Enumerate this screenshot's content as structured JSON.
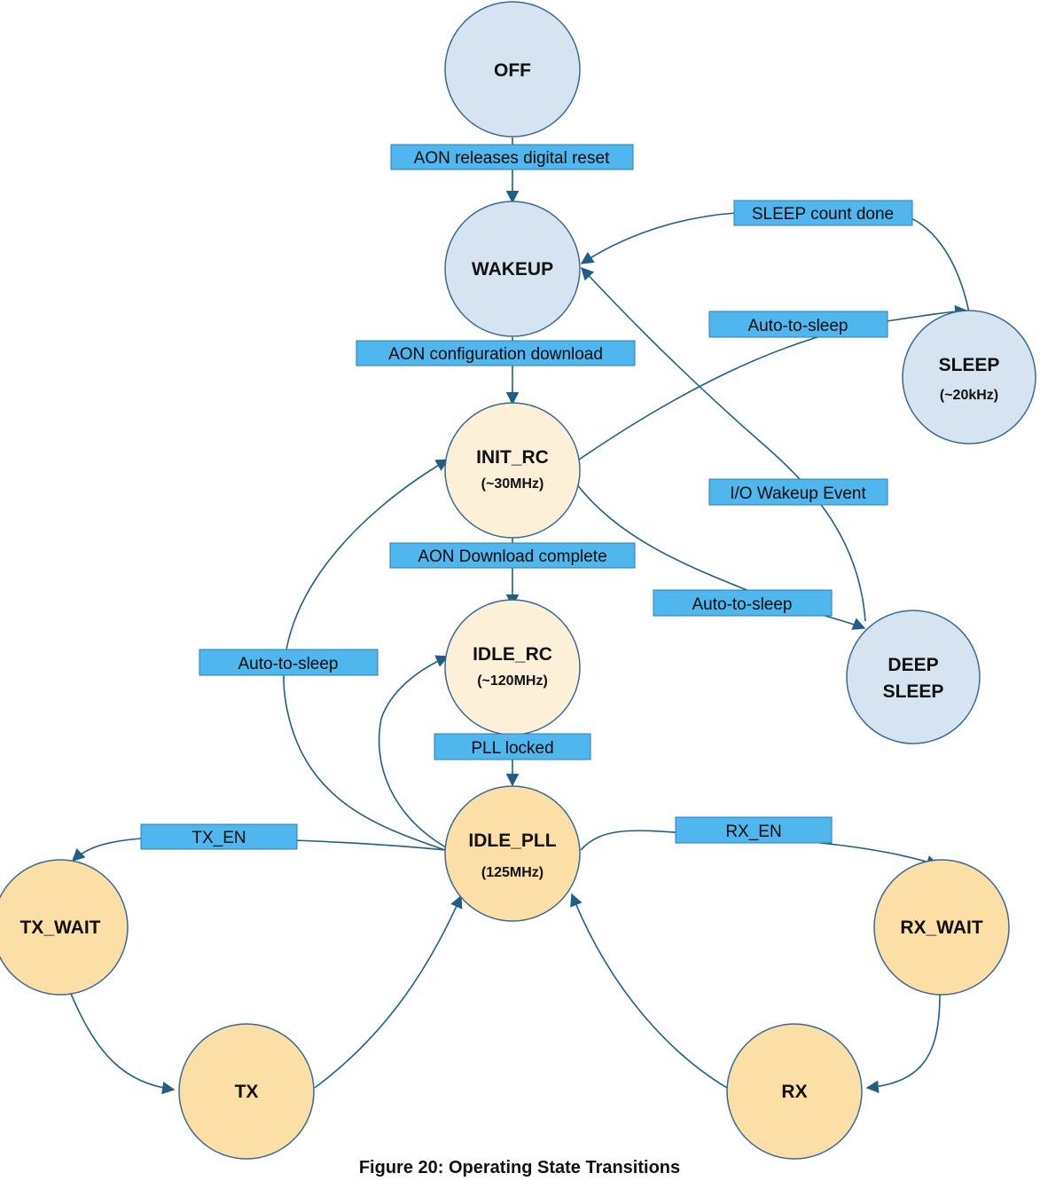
{
  "colors": {
    "blue_state_fill": "#d6e4f2",
    "cream_state_fill": "#fdf0d9",
    "orange_state_fill": "#fbdfa6",
    "state_stroke": "#3a6a92",
    "label_fill": "#4fb6ee",
    "edge": "#1f5f86"
  },
  "states": {
    "off": {
      "name": "OFF"
    },
    "wakeup": {
      "name": "WAKEUP"
    },
    "sleep": {
      "name": "SLEEP",
      "sub": "(~20kHz)"
    },
    "init_rc": {
      "name": "INIT_RC",
      "sub": "(~30MHz)"
    },
    "deep_sleep": {
      "name_line1": "DEEP",
      "name_line2": "SLEEP"
    },
    "idle_rc": {
      "name": "IDLE_RC",
      "sub": "(~120MHz)"
    },
    "idle_pll": {
      "name": "IDLE_PLL",
      "sub": "(125MHz)"
    },
    "tx_wait": {
      "name": "TX_WAIT"
    },
    "rx_wait": {
      "name": "RX_WAIT"
    },
    "tx": {
      "name": "TX"
    },
    "rx": {
      "name": "RX"
    }
  },
  "transitions": {
    "aon_reset": "AON releases digital reset",
    "sleep_count_done": "SLEEP count done",
    "auto_to_sleep_sleep": "Auto-to-sleep",
    "aon_config_download": "AON configuration download",
    "io_wakeup": "I/O Wakeup Event",
    "aon_download_complete": "AON Download complete",
    "auto_to_sleep_deep": "Auto-to-sleep",
    "auto_to_sleep_left": "Auto-to-sleep",
    "pll_locked": "PLL locked",
    "tx_en": "TX_EN",
    "rx_en": "RX_EN"
  },
  "caption": "Figure 20: Operating State Transitions"
}
